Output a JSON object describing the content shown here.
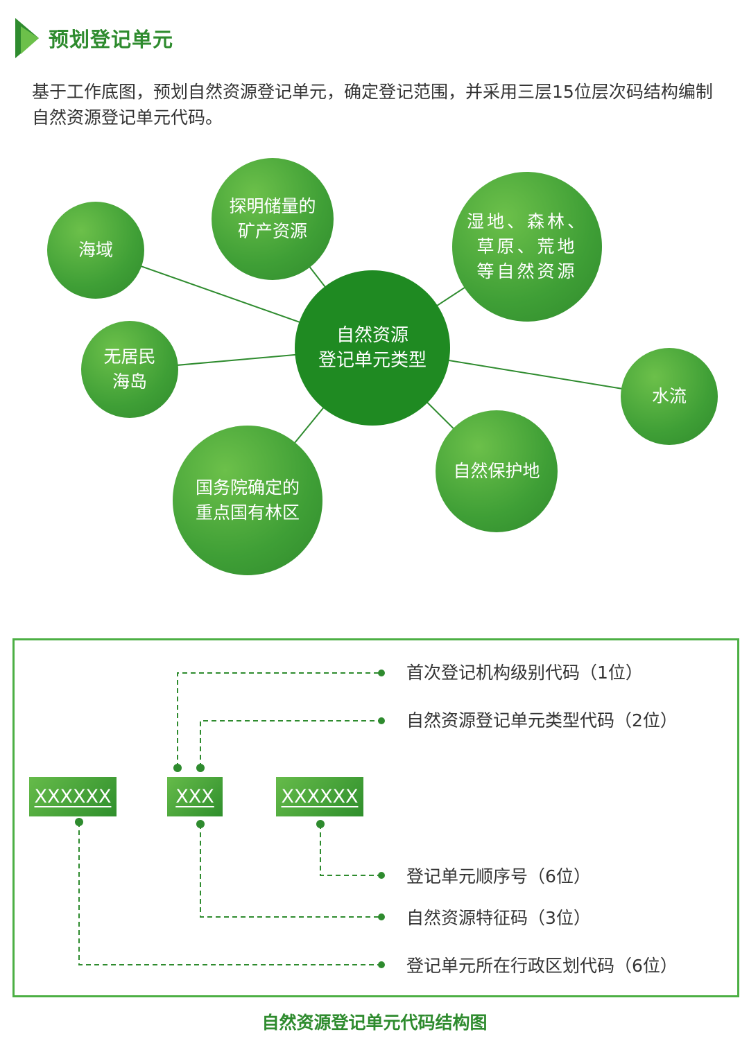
{
  "header": {
    "title": "预划登记单元",
    "accent": "#2e8b2e"
  },
  "intro": "基于工作底图，预划自然资源登记单元，确定登记范围，并采用三层15位层次码结构编制自然资源登记单元代码。",
  "diagram": {
    "center": "自然资源\n登记单元类型",
    "nodes": [
      "海域",
      "探明储量的\n矿产资源",
      "湿地、森林、\n草原、荒地\n等自然资源",
      "无居民\n海岛",
      "水流",
      "国务院确定的\n重点国有林区",
      "自然保护地"
    ]
  },
  "code_structure": {
    "segments": [
      "XXXXXX",
      "XXX",
      "XXXXXX"
    ],
    "labels": [
      "首次登记机构级别代码（1位）",
      "自然资源登记单元类型代码（2位）",
      "登记单元顺序号（6位）",
      "自然资源特征码（3位）",
      "登记单元所在行政区划代码（6位）"
    ],
    "caption": "自然资源登记单元代码结构图"
  }
}
